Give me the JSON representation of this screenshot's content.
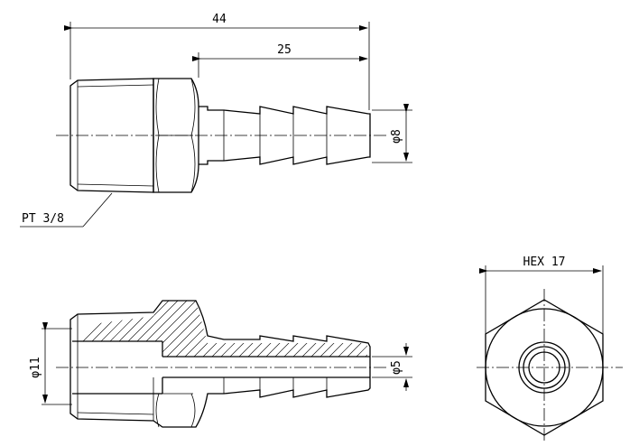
{
  "top_view": {
    "overall_length": "44",
    "barb_length": "25",
    "barb_diameter": "φ8",
    "thread_label": "PT 3/8"
  },
  "section_view": {
    "thread_outer_diameter": "φ11",
    "bore_diameter": "φ5"
  },
  "end_view": {
    "hex_label": "HEX 17"
  },
  "colors": {
    "line": "#000000",
    "background": "#ffffff"
  }
}
